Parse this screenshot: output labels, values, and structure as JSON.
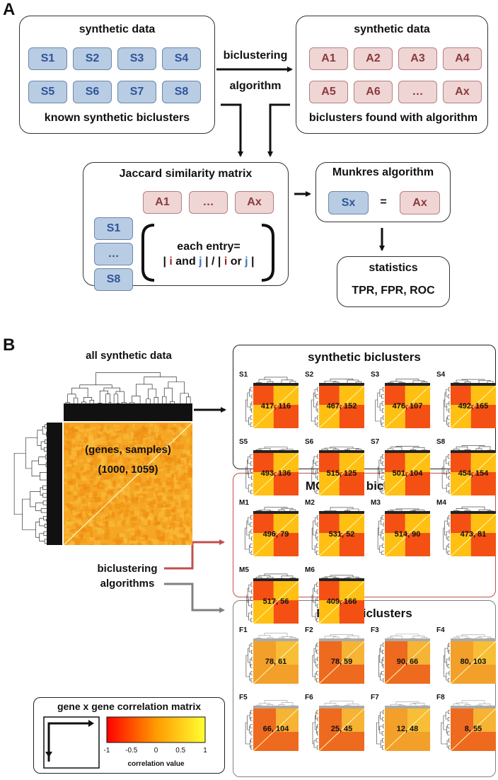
{
  "panel_a": {
    "letter": "A",
    "synthetic_left": {
      "title": "synthetic data",
      "caption": "known synthetic biclusters",
      "chips": [
        "S1",
        "S2",
        "S3",
        "S4",
        "S5",
        "S6",
        "S7",
        "S8"
      ]
    },
    "synthetic_right": {
      "title": "synthetic data",
      "caption": "biclusters found with algorithm",
      "chips": [
        "A1",
        "A2",
        "A3",
        "A4",
        "A5",
        "A6",
        "…",
        "Ax"
      ]
    },
    "arrow_label_top": "biclustering",
    "arrow_label_bottom": "algorithm",
    "jaccard": {
      "title": "Jaccard similarity matrix",
      "top_chips": [
        "A1",
        "…",
        "Ax"
      ],
      "left_chips": [
        "S1",
        "…",
        "S8"
      ],
      "entry_line1": "each entry=",
      "f_bar1": "| ",
      "f_i1": "i",
      "f_and": " and ",
      "f_j1": "j",
      "f_mid": " | / | ",
      "f_i2": "i",
      "f_or": " or ",
      "f_j2": "j",
      "f_bar2": " |"
    },
    "munkres": {
      "title": "Munkres algorithm",
      "left": "Sx",
      "eq": "=",
      "right": "Ax"
    },
    "statistics": {
      "title": "statistics",
      "line": "TPR, FPR, ROC"
    }
  },
  "panel_b": {
    "letter": "B",
    "all_data_title": "all synthetic data",
    "main_line1": "(genes, samples)",
    "main_line2": "(1000, 1059)",
    "algorithms_label_1": "biclustering",
    "algorithms_label_2": "algorithms",
    "synthetic_group": {
      "title": "synthetic biclusters",
      "items": [
        {
          "id": "S1",
          "value": "417, 116"
        },
        {
          "id": "S2",
          "value": "467, 152"
        },
        {
          "id": "S3",
          "value": "476, 107"
        },
        {
          "id": "S4",
          "value": "492, 165"
        },
        {
          "id": "S5",
          "value": "493, 136"
        },
        {
          "id": "S6",
          "value": "515, 125"
        },
        {
          "id": "S7",
          "value": "501, 104"
        },
        {
          "id": "S8",
          "value": "454, 154"
        }
      ]
    },
    "mc_group": {
      "title": "MCbiclust biclusters",
      "items": [
        {
          "id": "M1",
          "value": "496, 79"
        },
        {
          "id": "M2",
          "value": "531, 52"
        },
        {
          "id": "M3",
          "value": "514, 90"
        },
        {
          "id": "M4",
          "value": "473, 81"
        },
        {
          "id": "M5",
          "value": "517, 56"
        },
        {
          "id": "M6",
          "value": "409, 166"
        }
      ]
    },
    "fabia_group": {
      "title": "FABIA biclusters",
      "items": [
        {
          "id": "F1",
          "value": "78, 61"
        },
        {
          "id": "F2",
          "value": "78, 59"
        },
        {
          "id": "F3",
          "value": "90, 66"
        },
        {
          "id": "F4",
          "value": "80, 103"
        },
        {
          "id": "F5",
          "value": "66, 104"
        },
        {
          "id": "F6",
          "value": "25, 45"
        },
        {
          "id": "F7",
          "value": "12, 48"
        },
        {
          "id": "F8",
          "value": "8, 55"
        }
      ]
    },
    "legend": {
      "title": "gene x gene correlation matrix",
      "ticks": [
        "-1",
        "-0.5",
        "0",
        "0.5",
        "1"
      ],
      "caption": "correlation value"
    }
  },
  "colors": {
    "s_fill": "#b8cce4",
    "a_fill": "#f0d5d5",
    "red_arrow": "#c0504d",
    "grey_arrow": "#808080"
  }
}
